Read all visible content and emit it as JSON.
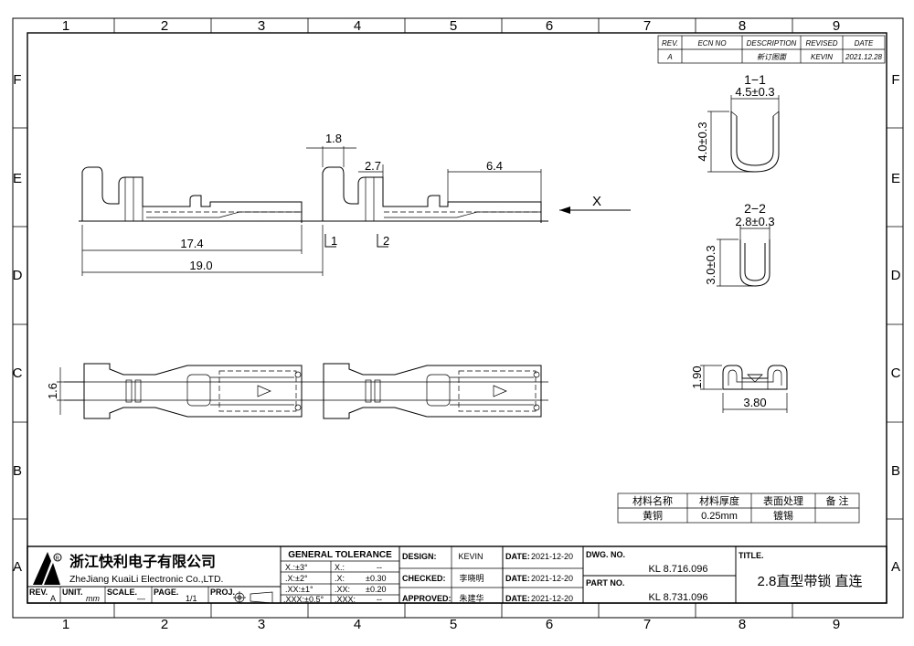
{
  "grid": {
    "cols": [
      "1",
      "2",
      "3",
      "4",
      "5",
      "6",
      "7",
      "8",
      "9"
    ],
    "rows": [
      "F",
      "E",
      "D",
      "C",
      "B",
      "A"
    ]
  },
  "revision": {
    "headers": [
      "REV.",
      "ECN NO",
      "DESCRIPTION",
      "REVISED",
      "DATE"
    ],
    "row": [
      "A",
      "",
      "新订图面",
      "KEVIN",
      "2021.12.28"
    ]
  },
  "dimensions": {
    "d_1_8": "1.8",
    "d_2_7": "2.7",
    "d_6_4": "6.4",
    "d_17_4": "17.4",
    "d_19_0": "19.0",
    "d_1_6": "1.6",
    "d_1_90": "1.90",
    "d_3_80": "3.80",
    "sec1_width": "4.5±0.3",
    "sec1_height": "4.0±0.3",
    "sec2_width": "2.8±0.3",
    "sec2_height": "3.0±0.3"
  },
  "labels": {
    "view_x": "X",
    "section_1_title": "1−1",
    "section_2_title": "2−2",
    "section_mark_1": "1",
    "section_mark_2": "2"
  },
  "material": {
    "headers": [
      "材料名称",
      "材料厚度",
      "表面处理",
      "备 注"
    ],
    "row": [
      "黄铜",
      "0.25mm",
      "镀锡",
      ""
    ]
  },
  "titleblock": {
    "company_cn": "浙江快利电子有限公司",
    "company_en": "ZheJiang KuaiLi Electronic Co.,LTD.",
    "rev_label": "REV.",
    "rev_value": "A",
    "unit_label": "UNIT.",
    "unit_value": "mm",
    "scale_label": "SCALE.",
    "scale_value": "—",
    "page_label": "PAGE.",
    "page_value": "1/1",
    "proj_label": "PROJ.",
    "tol_title": "GENERAL TOLERANCE",
    "tol_rows": [
      [
        "X.:±3°",
        "X.:",
        "--"
      ],
      [
        ".X:±2°",
        ".X:",
        "±0.30"
      ],
      [
        ".XX:±1°",
        ".XX:",
        "±0.20"
      ],
      [
        ".XXX:±0.5°",
        ".XXX:",
        "--"
      ]
    ],
    "design_label": "DESIGN:",
    "design_value": "KEVIN",
    "checked_label": "CHECKED:",
    "checked_value": "李晓明",
    "approved_label": "APPROVED:",
    "approved_value": "朱建华",
    "date_label": "DATE:",
    "date_design": "2021-12-20",
    "date_checked": "2021-12-20",
    "date_approved": "2021-12-20",
    "dwg_label": "DWG. NO.",
    "dwg_value": "KL 8.716.096",
    "part_label": "PART NO.",
    "part_value": "KL 8.731.096",
    "title_label": "TITLE.",
    "title_value": "2.8直型带锁  直连"
  }
}
